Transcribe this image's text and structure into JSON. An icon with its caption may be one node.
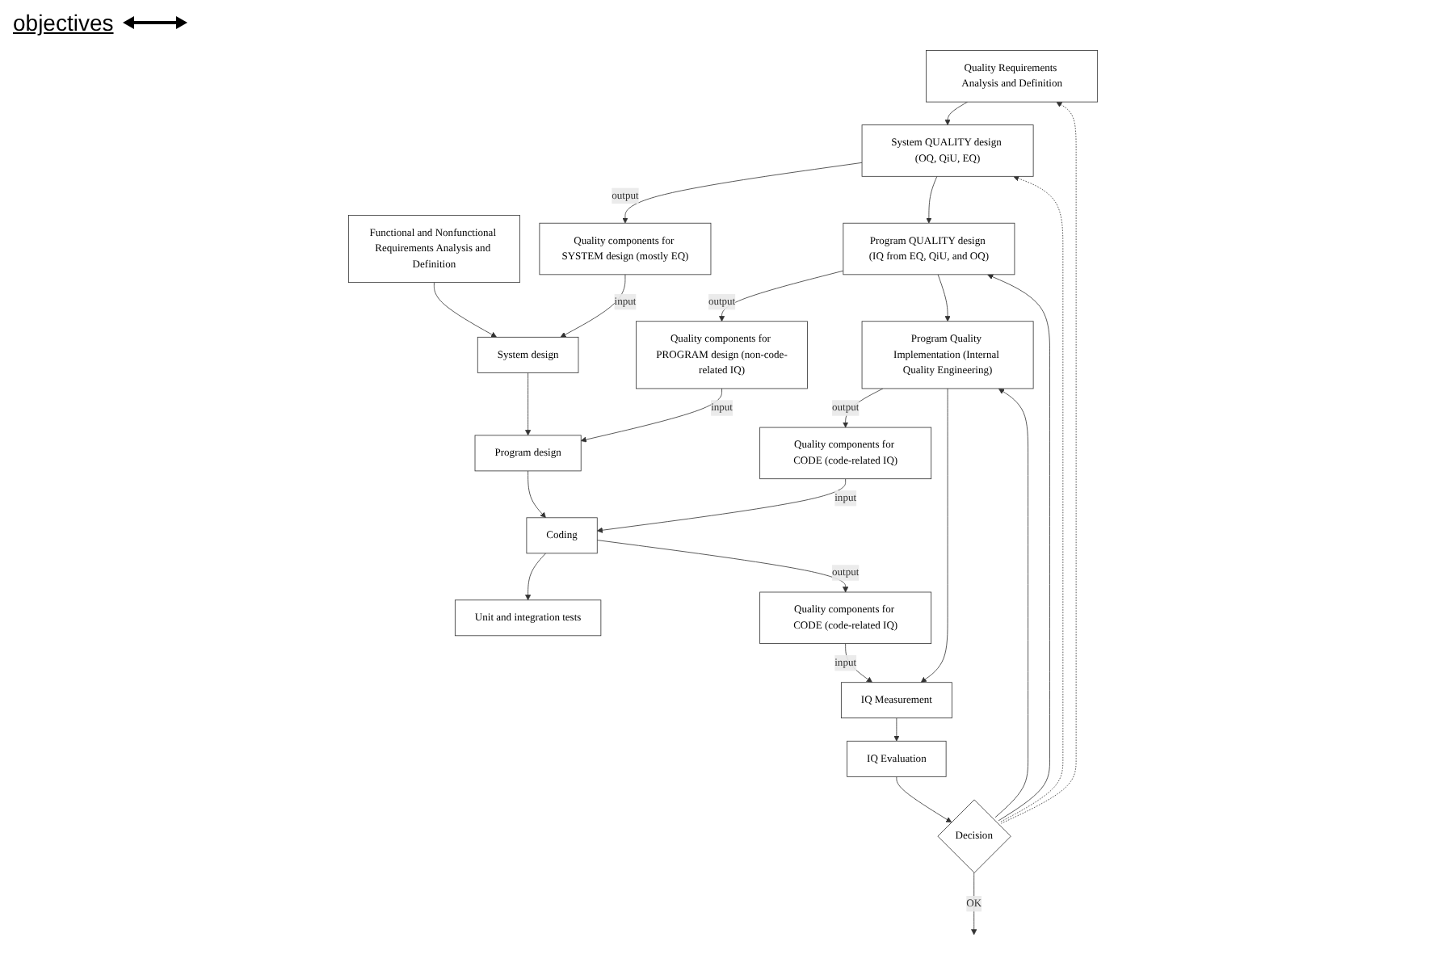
{
  "diagram": {
    "nodes": [
      {
        "text": [
          "Functional and Nonfunctional Requirements Analysis and Definition"
        ]
      },
      {
        "text": [
          "System design"
        ]
      },
      {
        "text": [
          "Program design"
        ]
      },
      {
        "text": [
          "Coding"
        ]
      },
      {
        "text": [
          "Unit and integration tests"
        ]
      },
      {
        "text": [
          "Quality components for SYSTEM design (mostly EQ)"
        ]
      },
      {
        "text": [
          "Quality components for PROGRAM design (non-code-related IQ)"
        ]
      },
      {
        "text": [
          "Quality components for CODE (code-related IQ)"
        ]
      },
      {
        "text": [
          "Quality components for CODE (code-related IQ)"
        ]
      },
      {
        "text": [
          "Quality Requirements Analysis and Definition"
        ]
      },
      {
        "text": [
          "System QUALITY design (OQ, QiU, EQ)"
        ]
      },
      {
        "text": [
          "Program QUALITY design (IQ from EQ, QiU, and OQ)"
        ]
      },
      {
        "text": [
          "Program Quality Implementation (Internal Quality Engineering)"
        ]
      },
      {
        "text": [
          "IQ Measurement"
        ]
      },
      {
        "text": [
          "IQ Evaluation"
        ]
      },
      {
        "text": [
          "Decision"
        ]
      }
    ],
    "edges": [
      {
        "from": 0,
        "to": 1,
        "arrow": "to"
      },
      {
        "from": 5,
        "to": 1,
        "arrow": "to",
        "label": "input"
      },
      {
        "from": 1,
        "to": 2,
        "arrow": "to"
      },
      {
        "from": 6,
        "to": 2,
        "arrow": "to",
        "label": "input"
      },
      {
        "from": 2,
        "to": 3,
        "arrow": "to"
      },
      {
        "from": 7,
        "to": 3,
        "arrow": "to",
        "label": "input"
      },
      {
        "from": 3,
        "to": 4,
        "arrow": "to"
      },
      {
        "from": 3,
        "to": 8,
        "arrow": "to",
        "label": "output"
      },
      {
        "from": 10,
        "to": 5,
        "arrow": "to",
        "label": "output"
      },
      {
        "from": 11,
        "to": 6,
        "arrow": "to",
        "label": "output"
      },
      {
        "from": 12,
        "to": 7,
        "arrow": "to",
        "label": "output"
      },
      {
        "from": 8,
        "to": 13,
        "arrow": "to",
        "label": "input"
      },
      {
        "from": 9,
        "to": 10,
        "arrow": "to"
      },
      {
        "from": 10,
        "to": 11,
        "arrow": "to"
      },
      {
        "from": 11,
        "to": 12,
        "arrow": "to"
      },
      {
        "from": 12,
        "to": 13,
        "arrow": "to"
      },
      {
        "from": 13,
        "to": 14,
        "arrow": "to"
      },
      {
        "from": 14,
        "to": 15,
        "arrow": "to"
      },
      {
        "from": 15,
        "to": null,
        "arrow": "to",
        "label": "OK"
      },
      {
        "from": 15,
        "to": 9,
        "arrow": "to",
        "style": "dashed"
      },
      {
        "from": 15,
        "to": 10,
        "arrow": "to",
        "style": "dashed"
      },
      {
        "from": 15,
        "to": 11,
        "arrow": "to"
      },
      {
        "from": 15,
        "to": 12,
        "arrow": "to"
      }
    ],
    "labels": [
      "objectives"
    ]
  }
}
